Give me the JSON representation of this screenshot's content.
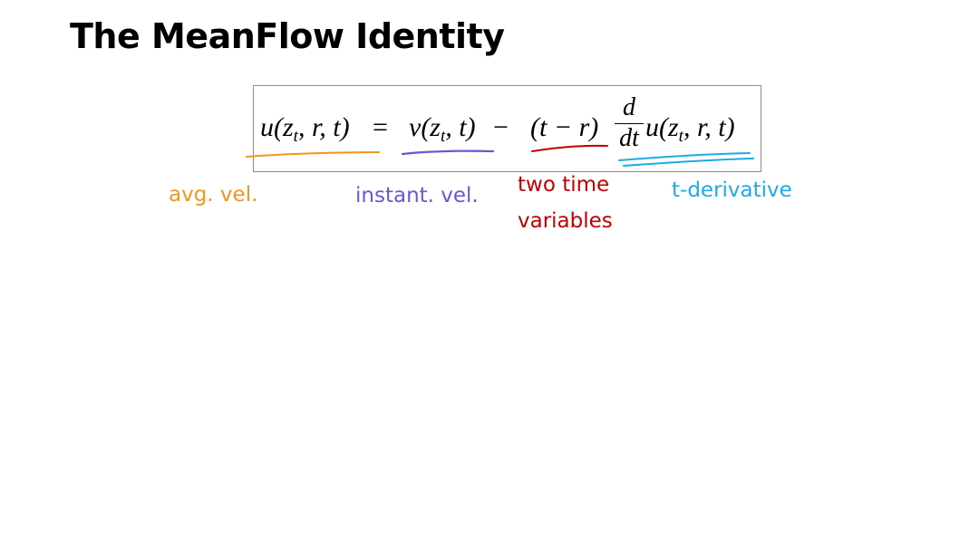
{
  "slide": {
    "title": "The MeanFlow Identity"
  },
  "equation": {
    "lhs": "u(z",
    "lhs_sub": "t",
    "lhs_rest": ", r, t)",
    "eq_sign": " = ",
    "term1": "v(z",
    "term1_sub": "t",
    "term1_rest": ", t)",
    "minus": " − ",
    "term2": "(t − r)",
    "frac_num": "d",
    "frac_den": "dt",
    "term3": "u(z",
    "term3_sub": "t",
    "term3_rest": ", r, t)"
  },
  "annotations": [
    {
      "text": "avg. vel.",
      "color": "#F0961E"
    },
    {
      "text": "instant. vel.",
      "color": "#6E55D2"
    },
    {
      "text": "two time variables",
      "color": "#C00000"
    },
    {
      "text": "t-derivative",
      "color": "#1EAAE6"
    }
  ]
}
